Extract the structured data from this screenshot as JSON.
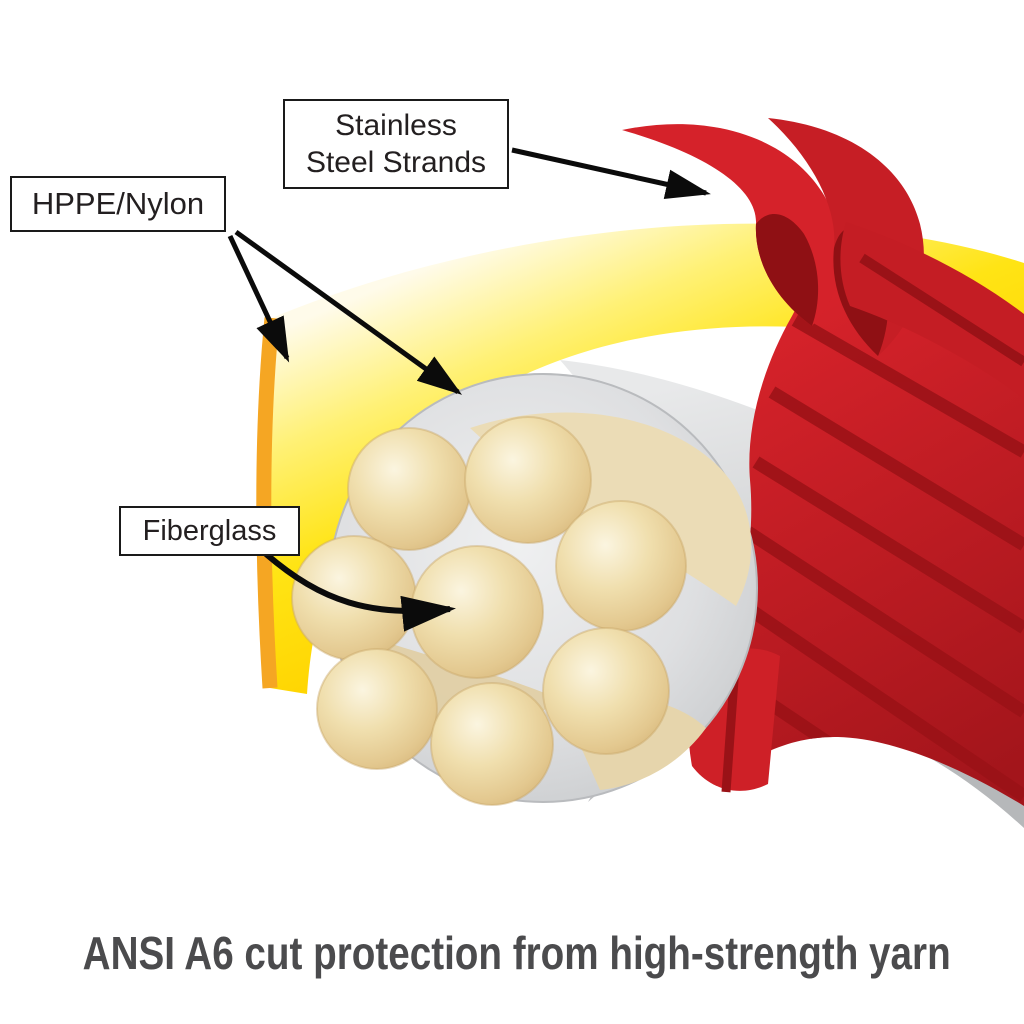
{
  "diagram": {
    "callouts": {
      "stainless_steel": {
        "line1": "Stainless",
        "line2": "Steel Strands"
      },
      "hppe_nylon": {
        "label": "HPPE/Nylon"
      },
      "fiberglass": {
        "label": "Fiberglass"
      }
    },
    "caption": "ANSI A6 cut protection from high-strength yarn",
    "materials": {
      "outer_sheath_color": "#FFDE17",
      "sheath_edge_color": "#F5A623",
      "steel_strand_color": "#C62026",
      "steel_strand_dark": "#9A1217",
      "core_color": "#D8D9DB",
      "fiber_color": "#E5CB93",
      "caption_color": "#4B4B4D"
    }
  }
}
